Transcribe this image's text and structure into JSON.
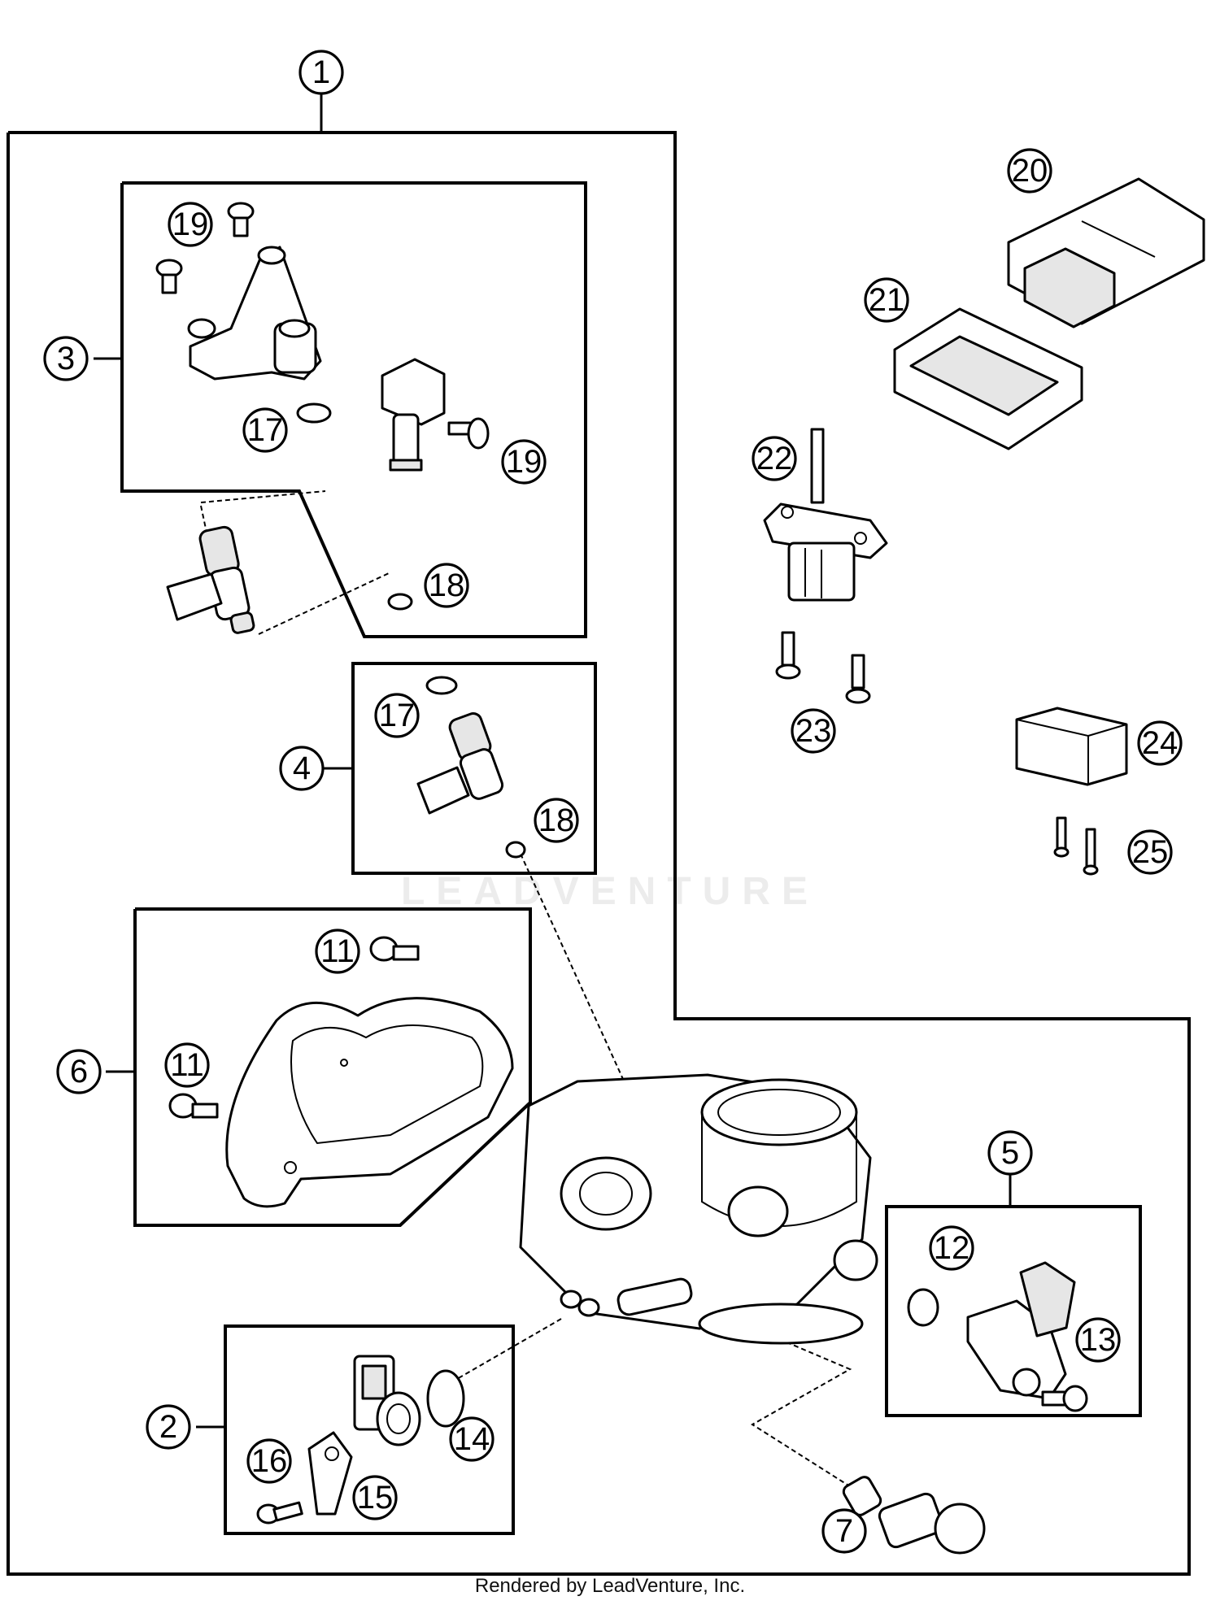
{
  "watermark": "LEADVENTURE",
  "footer": "Rendered by LeadVenture, Inc.",
  "callouts": [
    "1",
    "2",
    "3",
    "4",
    "5",
    "6",
    "7",
    "11",
    "11",
    "12",
    "13",
    "14",
    "15",
    "16",
    "17",
    "17",
    "18",
    "18",
    "19",
    "19",
    "20",
    "21",
    "22",
    "23",
    "24",
    "25"
  ]
}
